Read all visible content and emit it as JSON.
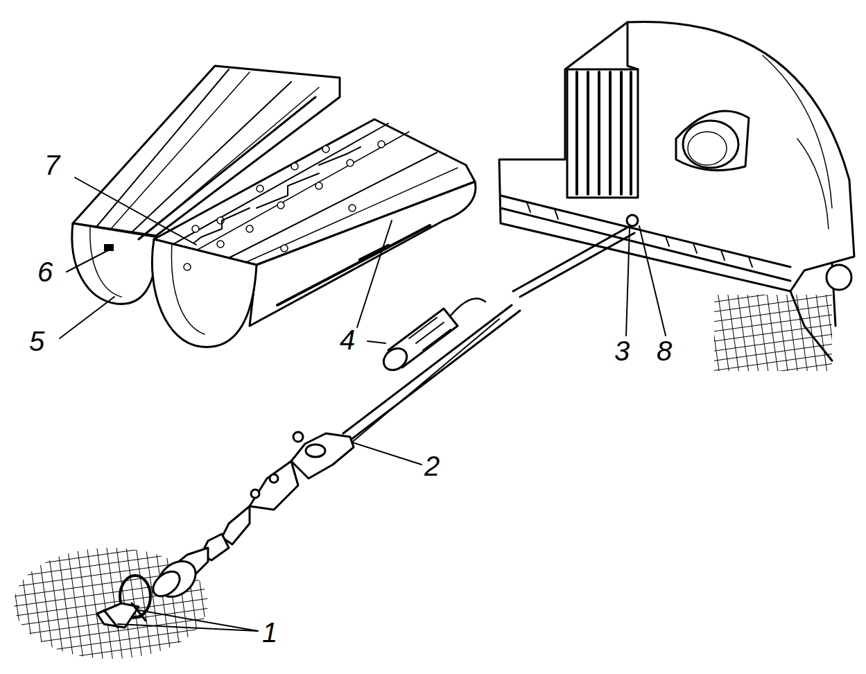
{
  "diagram": {
    "labels": [
      "7",
      "6",
      "5",
      "4",
      "3",
      "8",
      "2",
      "1"
    ]
  }
}
